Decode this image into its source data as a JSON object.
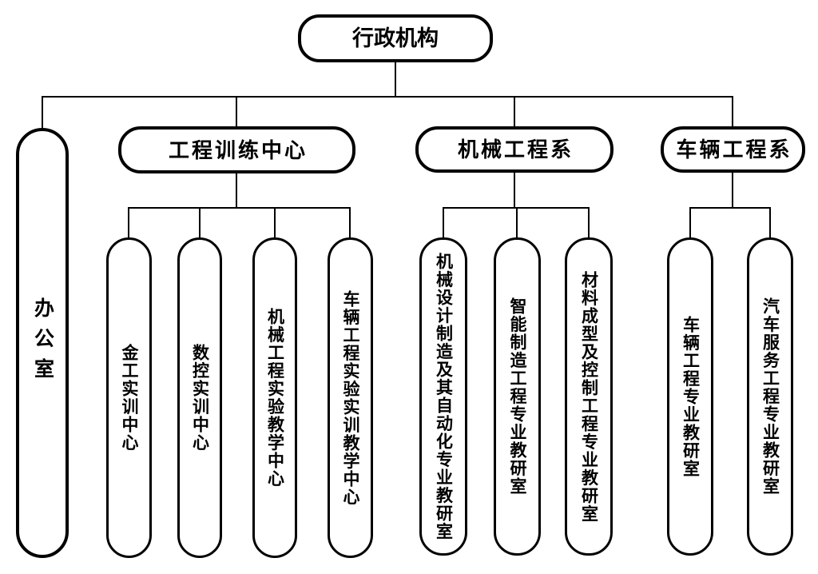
{
  "diagram": {
    "root": {
      "label": "行政机构"
    },
    "office": {
      "label": "办公室"
    },
    "departments": [
      {
        "label": "工程训练中心",
        "children": [
          "金工实训中心",
          "数控实训中心",
          "机械工程实验教学中心",
          "车辆工程实验实训教学中心"
        ]
      },
      {
        "label": "机械工程系",
        "children": [
          "机械设计制造及其自动化专业教研室",
          "智能制造工程专业教研室",
          "材料成型及控制工程专业教研室"
        ]
      },
      {
        "label": "车辆工程系",
        "children": [
          "车辆工程专业教研室",
          "汽车服务工程专业教研室"
        ]
      }
    ],
    "colors": {
      "background": "#ffffff",
      "box_fill": "#ffffff",
      "box_border": "#000000",
      "text": "#000000",
      "line": "#000000"
    }
  }
}
